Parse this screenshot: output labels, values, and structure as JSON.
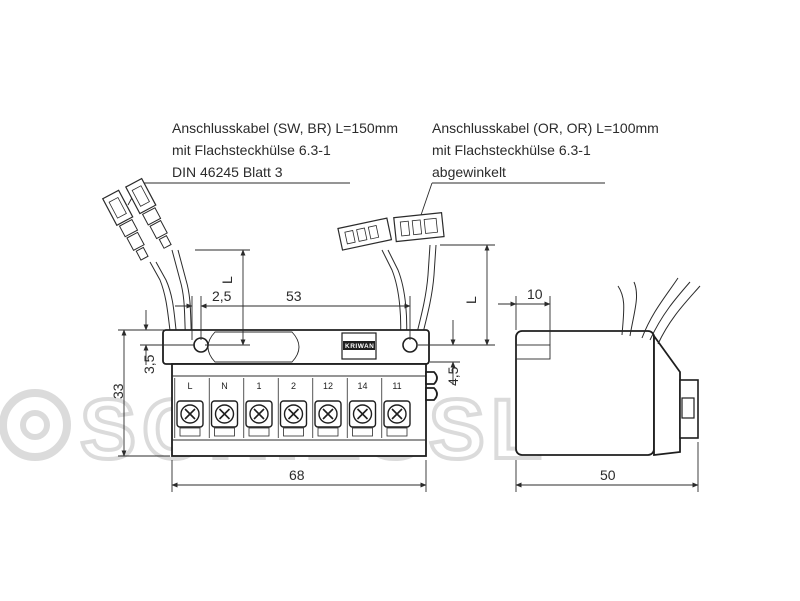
{
  "callouts": {
    "left": {
      "line1": "Anschlusskabel (SW, BR) L=150mm",
      "line2": "mit Flachsteckhülse 6.3-1",
      "line3": "DIN 46245 Blatt 3"
    },
    "right": {
      "line1": "Anschlusskabel (OR, OR) L=100mm",
      "line2": "mit Flachsteckhülse 6.3-1",
      "line3": "abgewinkelt"
    }
  },
  "dimensions": {
    "length_left": "L",
    "length_right": "L",
    "offset": "2,5",
    "hole_spacing": "53",
    "hole_height": "3,5",
    "height": "33",
    "right_offset": "4,5",
    "width": "68",
    "side_top": "10",
    "depth": "50"
  },
  "terminals": [
    "L",
    "N",
    "1",
    "2",
    "12",
    "14",
    "11"
  ],
  "brand": "KRIWAN",
  "watermark": "SCHIESSL"
}
